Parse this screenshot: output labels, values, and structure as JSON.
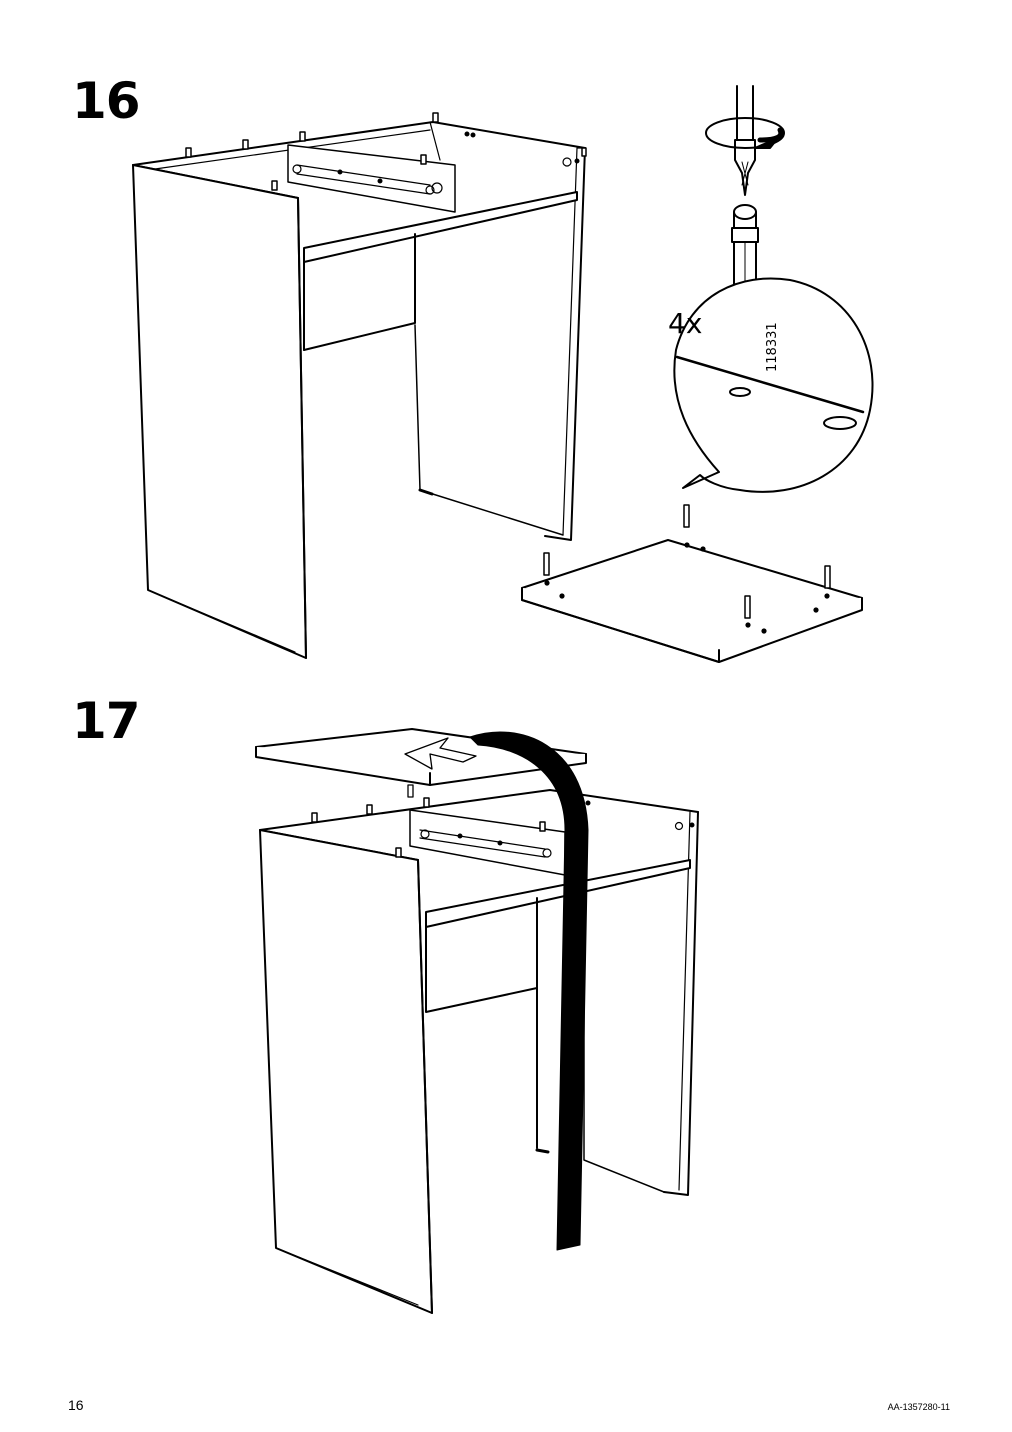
{
  "steps": [
    {
      "number": "16",
      "quantity_label": "4x",
      "part_number": "118331"
    },
    {
      "number": "17"
    }
  ],
  "footer": {
    "page_number": "16",
    "document_id": "AA-1357280-11"
  },
  "icons": [
    "rotate-clockwise-icon",
    "screwdriver-icon",
    "cam-dowel-icon",
    "callout-bubble-icon",
    "slide-down-arrow-icon"
  ]
}
